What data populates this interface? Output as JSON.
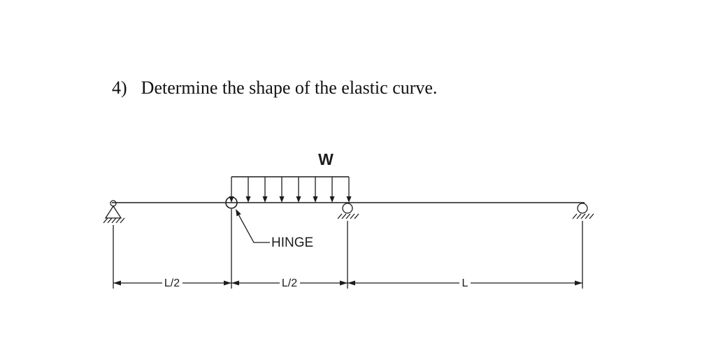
{
  "problem": {
    "number": "4)",
    "statement": "Determine the shape of the elastic curve."
  },
  "diagram": {
    "load_label": "W",
    "hinge_label": "HINGE",
    "dims": [
      "L/2",
      "L/2",
      "L"
    ],
    "colors": {
      "ink": "#1c1c1c",
      "background": "#ffffff"
    }
  }
}
